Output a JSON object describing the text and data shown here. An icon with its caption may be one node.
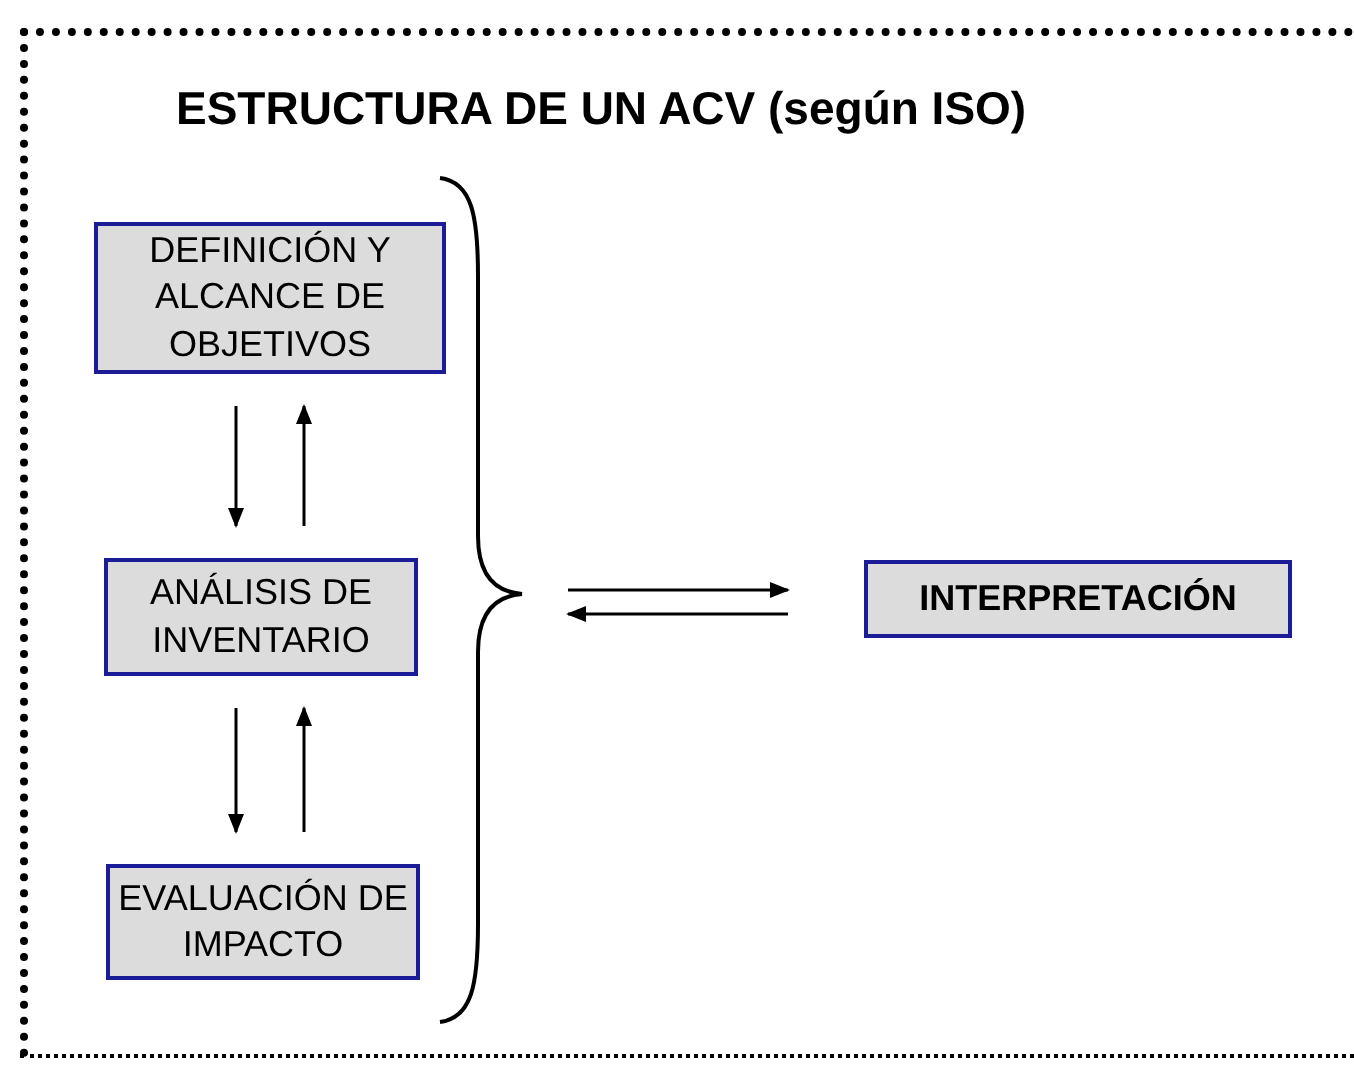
{
  "diagram": {
    "title": "ESTRUCTURA DE UN ACV (según ISO)",
    "nodes": [
      {
        "text": [
          "DEFINICIÓN Y ALCANCE DE OBJETIVOS"
        ]
      },
      {
        "text": [
          "ANÁLISIS DE INVENTARIO"
        ]
      },
      {
        "text": [
          "EVALUACIÓN DE IMPACTO"
        ]
      },
      {
        "text": [],
        "shape": "brace"
      },
      {
        "text": [
          "INTERPRETACIÓN"
        ]
      }
    ],
    "edges": [
      {
        "from": 0,
        "to": 1,
        "arrow": "to"
      },
      {
        "from": 1,
        "to": 0,
        "arrow": "to"
      },
      {
        "from": 1,
        "to": 2,
        "arrow": "to"
      },
      {
        "from": 2,
        "to": 1,
        "arrow": "to"
      },
      {
        "from": 3,
        "to": 4,
        "arrow": "to"
      },
      {
        "from": 4,
        "to": 3,
        "arrow": "to"
      }
    ]
  }
}
